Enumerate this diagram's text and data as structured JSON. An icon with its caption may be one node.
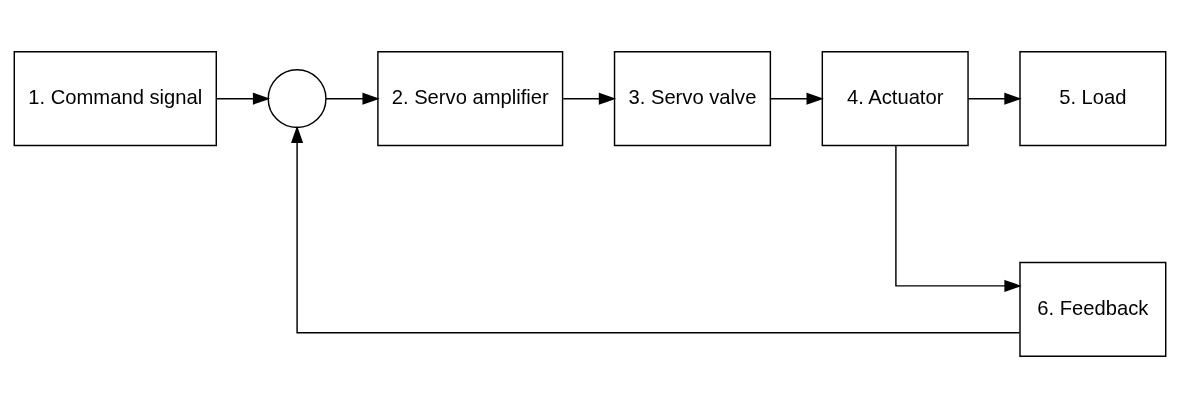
{
  "diagram": {
    "nodes": [
      {
        "text": [
          "1. Command signal"
        ]
      },
      {
        "text": [],
        "shape": "circle"
      },
      {
        "text": [
          "2. Servo amplifier"
        ]
      },
      {
        "text": [
          "3. Servo valve"
        ]
      },
      {
        "text": [
          "4. Actuator"
        ]
      },
      {
        "text": [
          "5. Load"
        ]
      },
      {
        "text": [
          "6. Feedback"
        ]
      }
    ],
    "edges": [
      {
        "from": 0,
        "to": 1,
        "arrow": "to"
      },
      {
        "from": 1,
        "to": 2,
        "arrow": "to"
      },
      {
        "from": 2,
        "to": 3,
        "arrow": "to"
      },
      {
        "from": 3,
        "to": 4,
        "arrow": "to"
      },
      {
        "from": 4,
        "to": 5,
        "arrow": "to"
      },
      {
        "from": 4,
        "to": 6,
        "arrow": "to"
      },
      {
        "from": 6,
        "to": 1,
        "arrow": "to"
      }
    ]
  }
}
